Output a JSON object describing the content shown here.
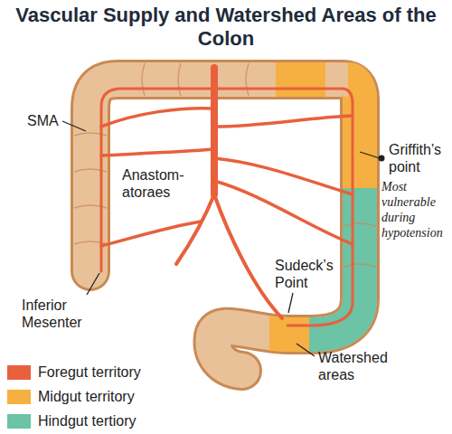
{
  "diagram": {
    "title": "Vascular Supply and Watershed Areas of the Colon",
    "labels": [
      "SMA",
      "Anastom- atoraes",
      "Griffith’s point",
      "Most vulnerable during hypotension",
      "Sudeck’s Point",
      "Inferior Mesenter",
      "Watershed areas"
    ],
    "legend": [
      {
        "text": "Foregut territory",
        "color": "#e8603c"
      },
      {
        "text": "Midgut territory",
        "color": "#f5b041"
      },
      {
        "text": "Hindgut tertiory",
        "color": "#6cc3a5"
      }
    ]
  }
}
